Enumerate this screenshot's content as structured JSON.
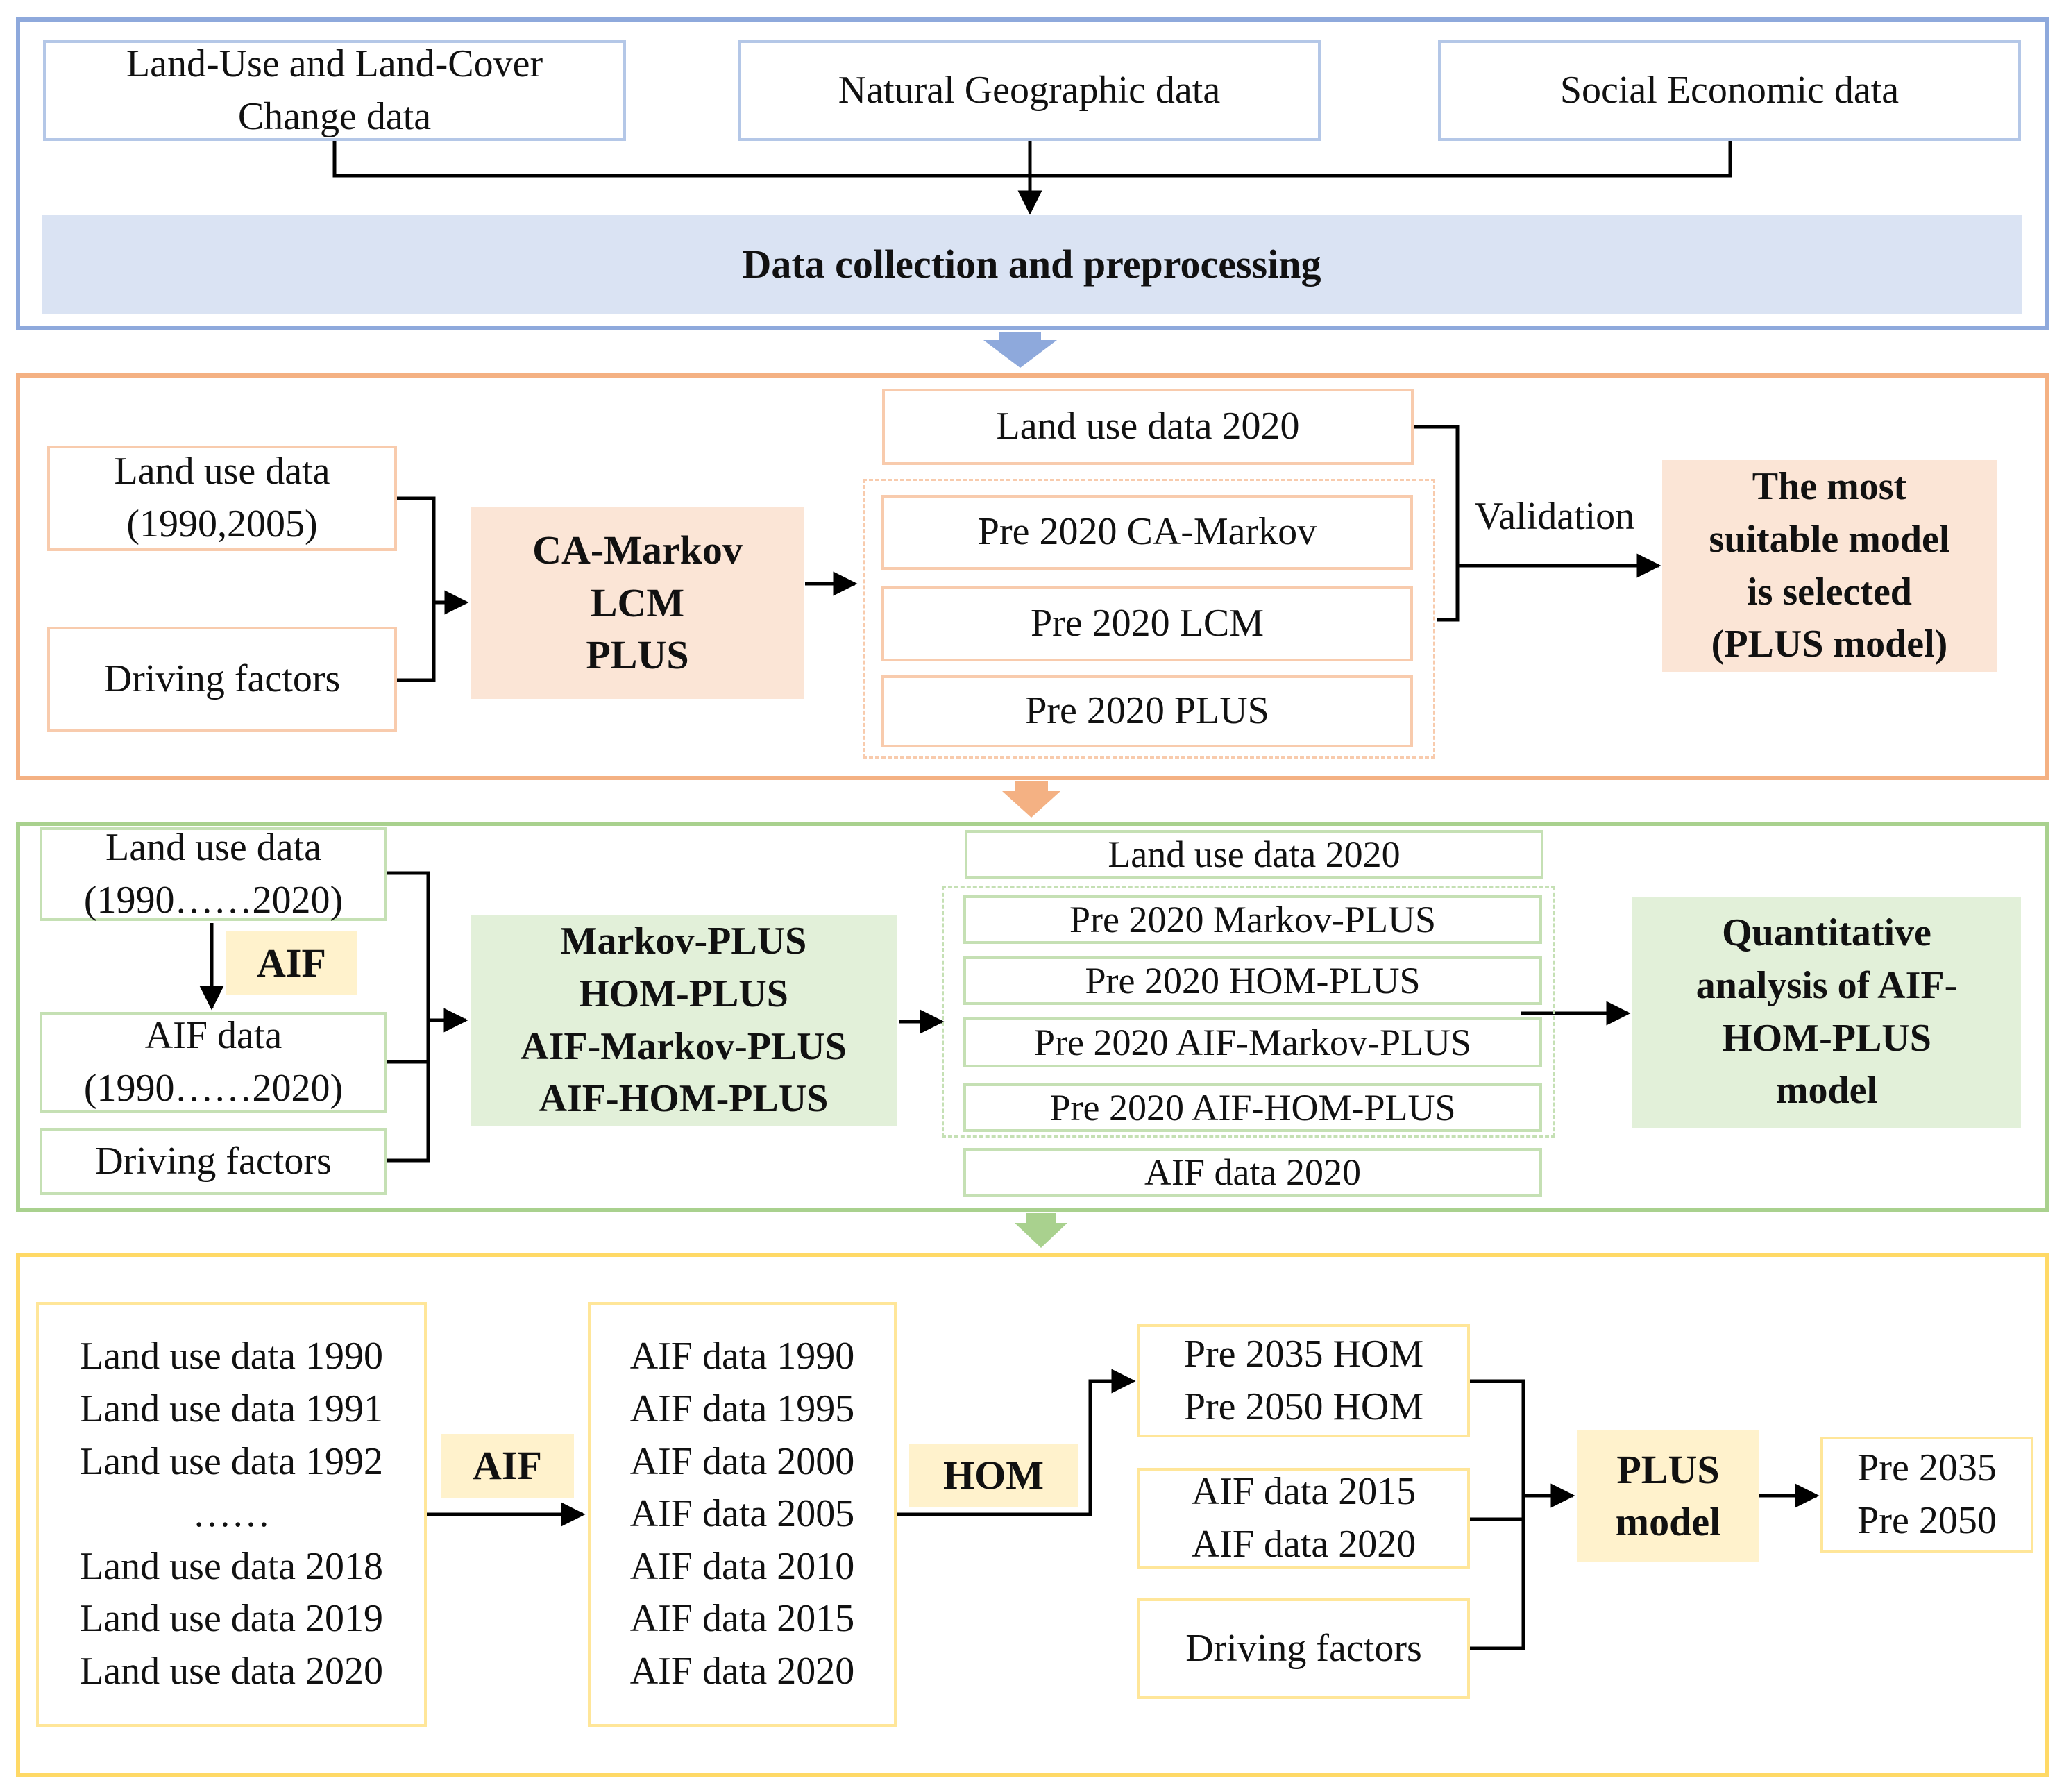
{
  "colors": {
    "blue": "#8ea9dc",
    "orange": "#f4b183",
    "green": "#a9d18e",
    "yellow": "#ffd966"
  },
  "section1": {
    "luc_line1": "Land-Use and Land-Cover",
    "luc_line2": "Change data",
    "natural": "Natural Geographic data",
    "social": "Social Economic data",
    "banner": "Data collection and preprocessing"
  },
  "section2": {
    "landuse_line1": "Land use data",
    "landuse_line2": "(1990,2005)",
    "driving": "Driving factors",
    "models": [
      "CA-Markov",
      "LCM",
      "PLUS"
    ],
    "landuse2020": "Land use data 2020",
    "pre_ca": "Pre 2020 CA-Markov",
    "pre_lcm": "Pre 2020 LCM",
    "pre_plus": "Pre 2020 PLUS",
    "validation": "Validation",
    "result": [
      "The most",
      "suitable model",
      "is selected",
      "(PLUS model)"
    ]
  },
  "section3": {
    "landuse_line1": "Land use data",
    "landuse_line2": "(1990……2020)",
    "aif_tag": "AIF",
    "aif_line1": "AIF data",
    "aif_line2": "(1990……2020)",
    "driving": "Driving factors",
    "models": [
      "Markov-PLUS",
      "HOM-PLUS",
      "AIF-Markov-PLUS",
      "AIF-HOM-PLUS"
    ],
    "landuse2020": "Land use data 2020",
    "pre_markov": "Pre 2020 Markov-PLUS",
    "pre_hom": "Pre 2020 HOM-PLUS",
    "pre_aif_markov": "Pre 2020 AIF-Markov-PLUS",
    "pre_aif_hom": "Pre 2020 AIF-HOM-PLUS",
    "aif2020": "AIF data 2020",
    "result": [
      "Quantitative",
      "analysis of AIF-",
      "HOM-PLUS",
      "model"
    ]
  },
  "section4": {
    "landuse_list": [
      "Land use data 1990",
      "Land use data 1991",
      "Land use data 1992",
      "……",
      "Land use data 2018",
      "Land use data 2019",
      "Land use data 2020"
    ],
    "aif_tag": "AIF",
    "aif_list": [
      "AIF data 1990",
      "AIF data 1995",
      "AIF data 2000",
      "AIF data 2005",
      "AIF data 2010",
      "AIF data 2015",
      "AIF data 2020"
    ],
    "hom_tag": "HOM",
    "pre_hom": [
      "Pre 2035 HOM",
      "Pre 2050 HOM"
    ],
    "aif_recent": [
      "AIF data 2015",
      "AIF data 2020"
    ],
    "driving": "Driving factors",
    "plus_model": [
      "PLUS",
      "model"
    ],
    "output": [
      "Pre 2035",
      "Pre 2050"
    ]
  }
}
